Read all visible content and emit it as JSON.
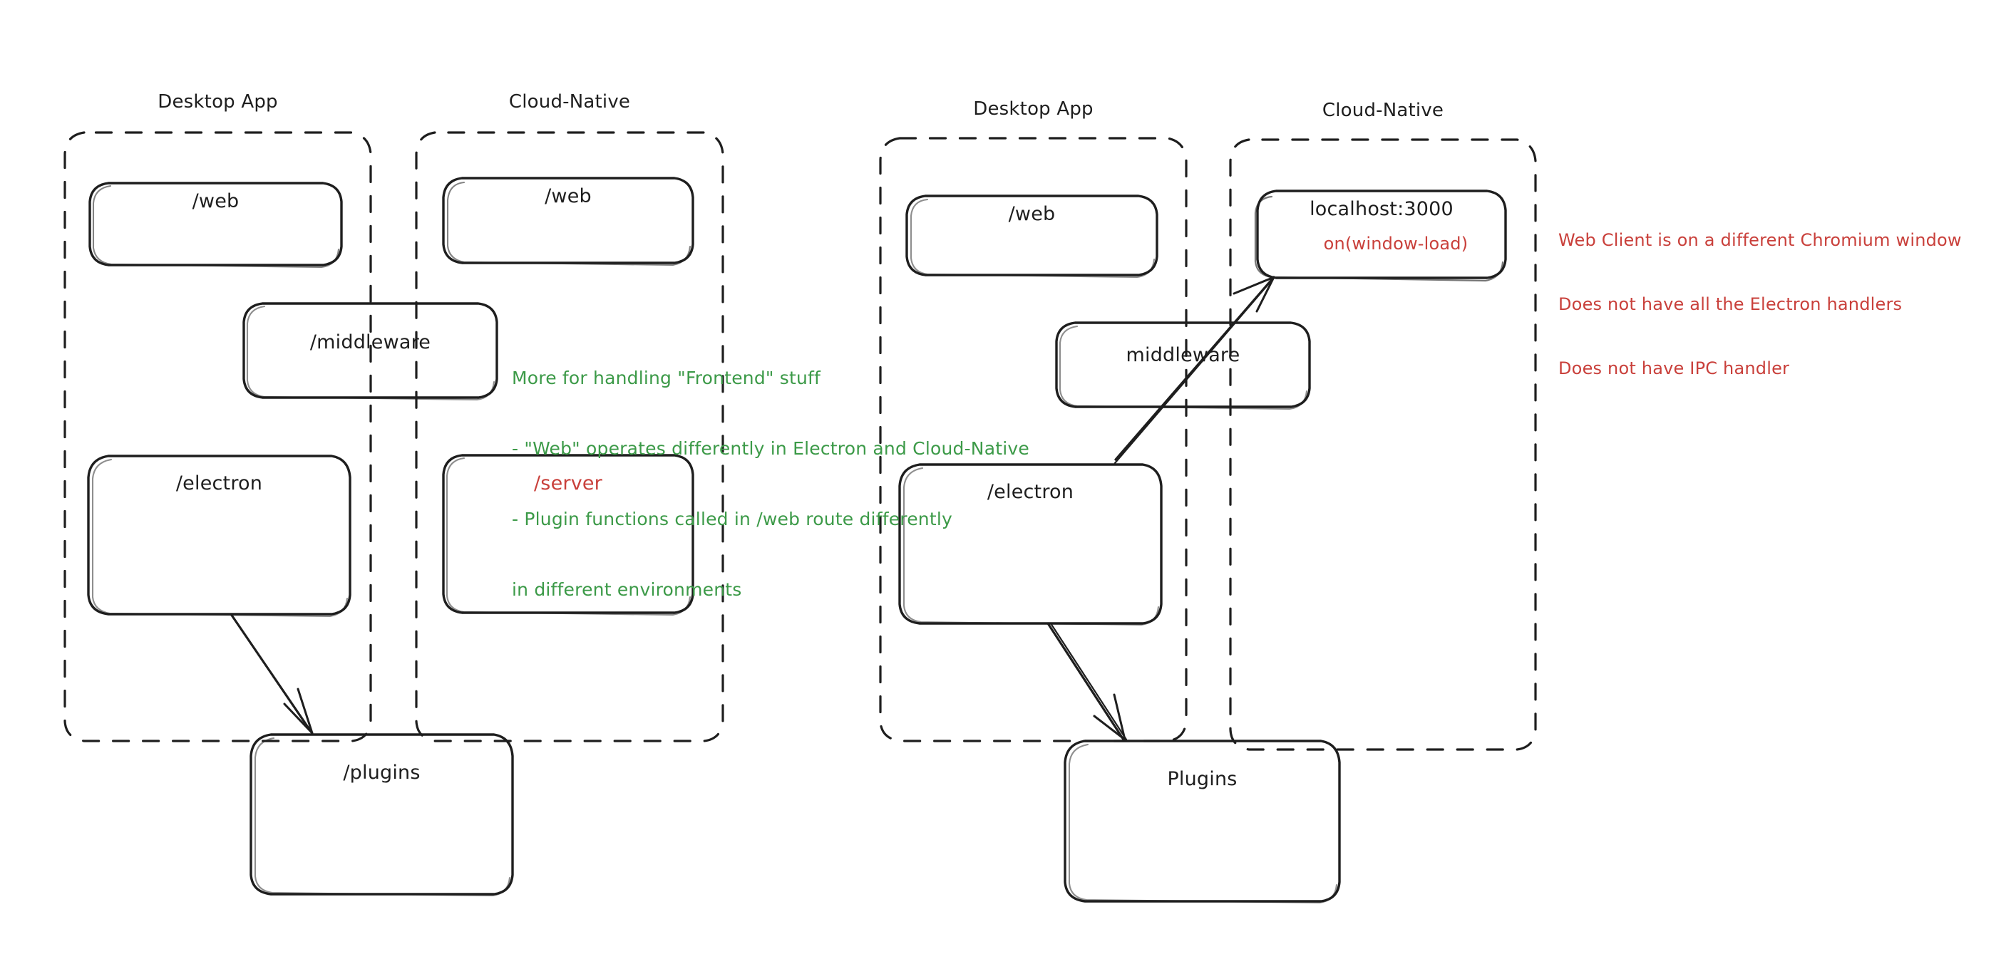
{
  "diagram": {
    "title": "Electron Desktop App vs Cloud-Native architecture comparison",
    "colors": {
      "stroke": "#1e1e1e",
      "background": "#ffffff",
      "green_note": "#3c9a48",
      "red_note": "#c9403b"
    },
    "left_figure": {
      "groups": [
        {
          "id": "left-desktop-app",
          "label": "Desktop App"
        },
        {
          "id": "left-cloud-native",
          "label": "Cloud-Native"
        }
      ],
      "nodes": [
        {
          "id": "left-desktop-web",
          "label": "/web",
          "color": "black"
        },
        {
          "id": "left-cloud-web",
          "label": "/web",
          "color": "black"
        },
        {
          "id": "left-middleware",
          "label": "/middleware",
          "color": "black"
        },
        {
          "id": "left-electron",
          "label": "/electron",
          "color": "black"
        },
        {
          "id": "left-server",
          "label": "/server",
          "color": "red"
        },
        {
          "id": "left-plugins",
          "label": "/plugins",
          "color": "black"
        }
      ],
      "arrows": [
        {
          "id": "left-electron-to-plugins",
          "from": "/electron",
          "to": "/plugins"
        }
      ],
      "note": {
        "id": "green-note",
        "color": "#3c9a48",
        "lines": [
          "More for handling \"Frontend\" stuff",
          "- \"Web\" operates differently in Electron and Cloud-Native",
          "- Plugin functions called in /web route differently",
          "in different environments"
        ]
      }
    },
    "right_figure": {
      "groups": [
        {
          "id": "right-desktop-app",
          "label": "Desktop App"
        },
        {
          "id": "right-cloud-native",
          "label": "Cloud-Native"
        }
      ],
      "nodes": [
        {
          "id": "right-desktop-web",
          "label": "/web",
          "color": "black"
        },
        {
          "id": "right-localhost",
          "label": "localhost:3000",
          "sublabel": "on(window-load)",
          "color": "black"
        },
        {
          "id": "right-middleware",
          "label": "middleware",
          "color": "black"
        },
        {
          "id": "right-electron",
          "label": "/electron",
          "color": "black"
        },
        {
          "id": "right-plugins",
          "label": "Plugins",
          "color": "black"
        }
      ],
      "arrows": [
        {
          "id": "right-electron-to-localhost",
          "from": "/electron",
          "to": "localhost:3000"
        },
        {
          "id": "right-electron-to-plugins",
          "from": "/electron",
          "to": "Plugins"
        }
      ],
      "note": {
        "id": "red-note",
        "color": "#c9403b",
        "lines": [
          "Web Client is on a different Chromium window",
          "Does not have all the Electron handlers",
          "Does not have IPC handler"
        ]
      }
    }
  }
}
